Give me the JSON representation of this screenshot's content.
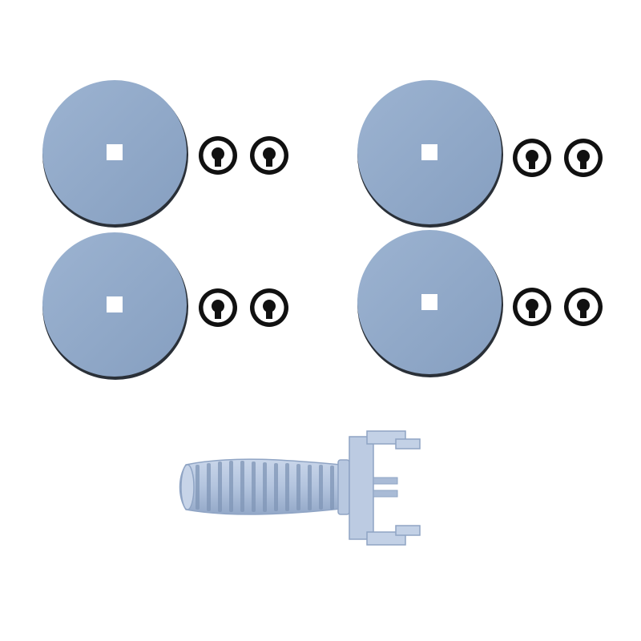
{
  "image": {
    "background_color": "#ffffff"
  },
  "parts": {
    "disc_sets": [
      {
        "name": "disc-set-top-left",
        "washer_count": 2
      },
      {
        "name": "disc-set-top-right",
        "washer_count": 2
      },
      {
        "name": "disc-set-bottom-left",
        "washer_count": 2
      },
      {
        "name": "disc-set-bottom-right",
        "washer_count": 2
      }
    ],
    "disc_color": "#90a9c9",
    "disc_edge_color": "#2a3038",
    "washer_color": "#111111",
    "tool_color": "#b4c5df",
    "tool_shadow_color": "#8fa4c4"
  }
}
